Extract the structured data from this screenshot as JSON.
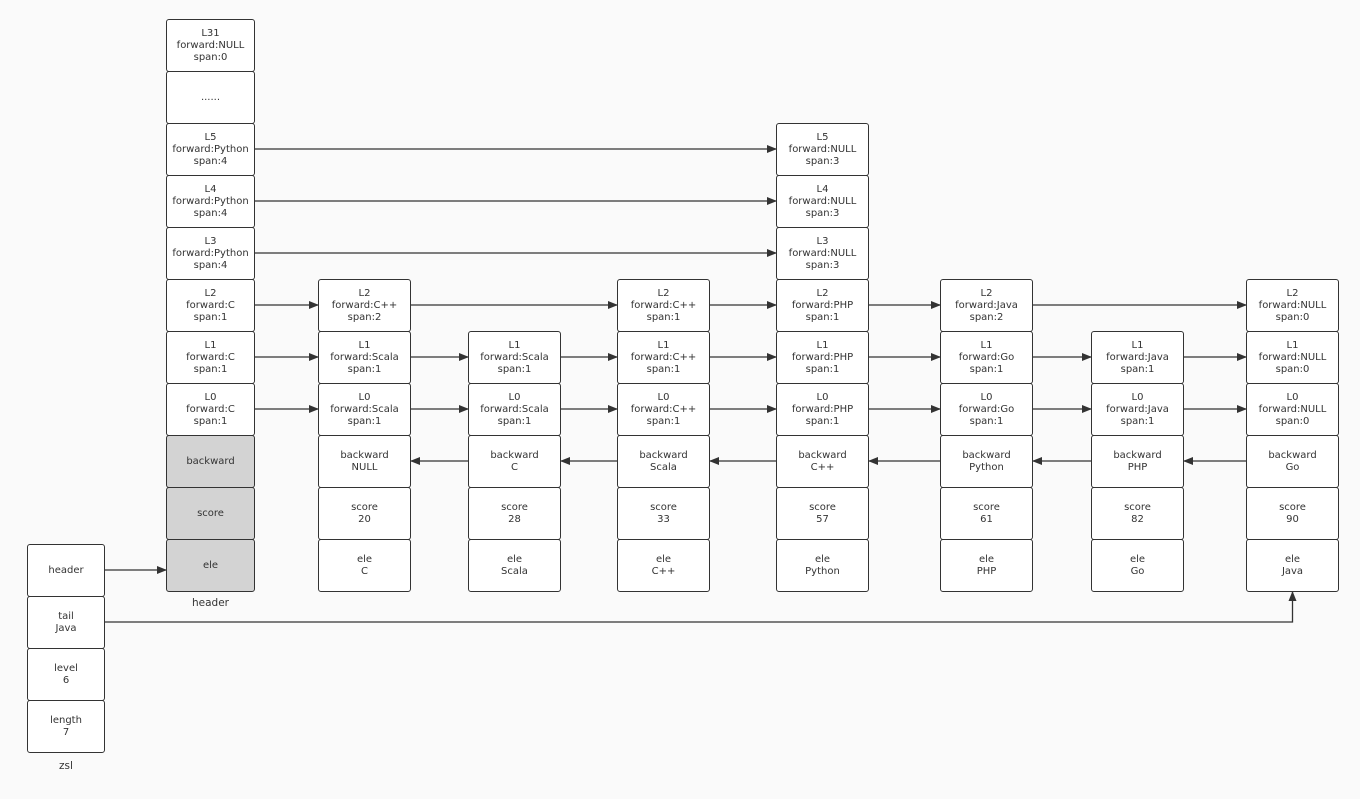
{
  "header_node": {
    "caption": "header",
    "levels": [
      {
        "lines": [
          "L31",
          "forward:NULL",
          "span:0"
        ]
      },
      {
        "lines": [
          "......"
        ]
      },
      {
        "lines": [
          "L5",
          "forward:Python",
          "span:4"
        ]
      },
      {
        "lines": [
          "L4",
          "forward:Python",
          "span:4"
        ]
      },
      {
        "lines": [
          "L3",
          "forward:Python",
          "span:4"
        ]
      },
      {
        "lines": [
          "L2",
          "forward:C",
          "span:1"
        ]
      },
      {
        "lines": [
          "L1",
          "forward:C",
          "span:1"
        ]
      },
      {
        "lines": [
          "L0",
          "forward:C",
          "span:1"
        ]
      }
    ],
    "fields": [
      {
        "lines": [
          "backward"
        ]
      },
      {
        "lines": [
          "score"
        ]
      },
      {
        "lines": [
          "ele"
        ]
      }
    ]
  },
  "zsl": {
    "caption": "zsl",
    "fields": [
      {
        "lines": [
          "header"
        ]
      },
      {
        "lines": [
          "tail",
          "Java"
        ]
      },
      {
        "lines": [
          "level",
          "6"
        ]
      },
      {
        "lines": [
          "length",
          "7"
        ]
      }
    ]
  },
  "nodes": [
    {
      "levels": [
        {
          "level": 2,
          "lines": [
            "L2",
            "forward:C++",
            "span:2"
          ]
        },
        {
          "level": 1,
          "lines": [
            "L1",
            "forward:Scala",
            "span:1"
          ]
        },
        {
          "level": 0,
          "lines": [
            "L0",
            "forward:Scala",
            "span:1"
          ]
        }
      ],
      "backward": [
        "backward",
        "NULL"
      ],
      "score": [
        "score",
        "20"
      ],
      "ele": [
        "ele",
        "C"
      ]
    },
    {
      "levels": [
        {
          "level": 1,
          "lines": [
            "L1",
            "forward:Scala",
            "span:1"
          ]
        },
        {
          "level": 0,
          "lines": [
            "L0",
            "forward:Scala",
            "span:1"
          ]
        }
      ],
      "backward": [
        "backward",
        "C"
      ],
      "score": [
        "score",
        "28"
      ],
      "ele": [
        "ele",
        "Scala"
      ]
    },
    {
      "levels": [
        {
          "level": 2,
          "lines": [
            "L2",
            "forward:C++",
            "span:1"
          ]
        },
        {
          "level": 1,
          "lines": [
            "L1",
            "forward:C++",
            "span:1"
          ]
        },
        {
          "level": 0,
          "lines": [
            "L0",
            "forward:C++",
            "span:1"
          ]
        }
      ],
      "backward": [
        "backward",
        "Scala"
      ],
      "score": [
        "score",
        "33"
      ],
      "ele": [
        "ele",
        "C++"
      ]
    },
    {
      "levels": [
        {
          "level": 5,
          "lines": [
            "L5",
            "forward:NULL",
            "span:3"
          ]
        },
        {
          "level": 4,
          "lines": [
            "L4",
            "forward:NULL",
            "span:3"
          ]
        },
        {
          "level": 3,
          "lines": [
            "L3",
            "forward:NULL",
            "span:3"
          ]
        },
        {
          "level": 2,
          "lines": [
            "L2",
            "forward:PHP",
            "span:1"
          ]
        },
        {
          "level": 1,
          "lines": [
            "L1",
            "forward:PHP",
            "span:1"
          ]
        },
        {
          "level": 0,
          "lines": [
            "L0",
            "forward:PHP",
            "span:1"
          ]
        }
      ],
      "backward": [
        "backward",
        "C++"
      ],
      "score": [
        "score",
        "57"
      ],
      "ele": [
        "ele",
        "Python"
      ]
    },
    {
      "levels": [
        {
          "level": 2,
          "lines": [
            "L2",
            "forward:Java",
            "span:2"
          ]
        },
        {
          "level": 1,
          "lines": [
            "L1",
            "forward:Go",
            "span:1"
          ]
        },
        {
          "level": 0,
          "lines": [
            "L0",
            "forward:Go",
            "span:1"
          ]
        }
      ],
      "backward": [
        "backward",
        "Python"
      ],
      "score": [
        "score",
        "61"
      ],
      "ele": [
        "ele",
        "PHP"
      ]
    },
    {
      "levels": [
        {
          "level": 1,
          "lines": [
            "L1",
            "forward:Java",
            "span:1"
          ]
        },
        {
          "level": 0,
          "lines": [
            "L0",
            "forward:Java",
            "span:1"
          ]
        }
      ],
      "backward": [
        "backward",
        "PHP"
      ],
      "score": [
        "score",
        "82"
      ],
      "ele": [
        "ele",
        "Go"
      ]
    },
    {
      "levels": [
        {
          "level": 2,
          "lines": [
            "L2",
            "forward:NULL",
            "span:0"
          ]
        },
        {
          "level": 1,
          "lines": [
            "L1",
            "forward:NULL",
            "span:0"
          ]
        },
        {
          "level": 0,
          "lines": [
            "L0",
            "forward:NULL",
            "span:0"
          ]
        }
      ],
      "backward": [
        "backward",
        "Go"
      ],
      "score": [
        "score",
        "90"
      ],
      "ele": [
        "ele",
        "Java"
      ]
    }
  ],
  "colors": {
    "line": "#333333",
    "box": "#ffffff",
    "header_field": "#d3d3d3",
    "background": "#fafafa"
  }
}
